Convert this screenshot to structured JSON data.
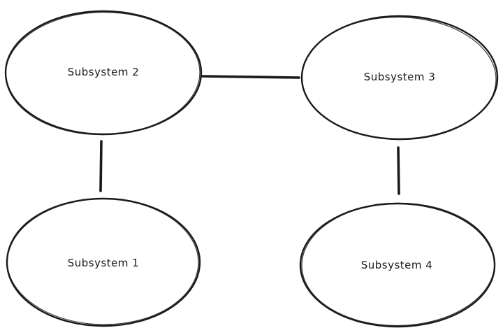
{
  "diagram": {
    "nodes": [
      {
        "id": "subsystem-2",
        "label": "Subsystem 2"
      },
      {
        "id": "subsystem-3",
        "label": "Subsystem 3"
      },
      {
        "id": "subsystem-1",
        "label": "Subsystem 1"
      },
      {
        "id": "subsystem-4",
        "label": "Subsystem 4"
      }
    ],
    "edges": [
      {
        "from": "subsystem-2",
        "to": "subsystem-3"
      },
      {
        "from": "subsystem-2",
        "to": "subsystem-1"
      },
      {
        "from": "subsystem-3",
        "to": "subsystem-4"
      }
    ],
    "colors": {
      "stroke": "#1a1a1a",
      "background": "#ffffff"
    }
  }
}
